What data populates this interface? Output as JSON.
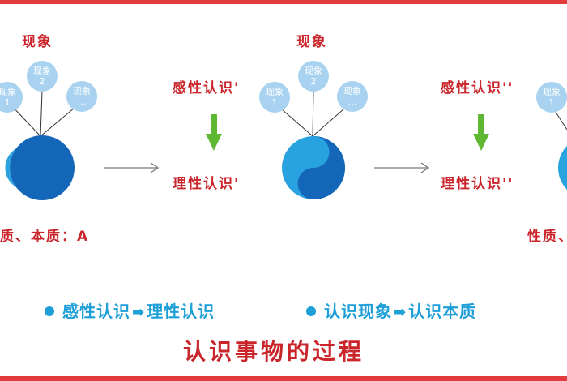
{
  "phenomenon_label": "现象",
  "left_group": {
    "circles": [
      {
        "line1": "现象",
        "line2": "1"
      },
      {
        "line1": "现象",
        "line2": "2"
      },
      {
        "line1": "现象",
        "line2": "…"
      }
    ],
    "bottom_text": "质、本质：A"
  },
  "middle_group": {
    "circles": [
      {
        "line1": "现象",
        "line2": "1"
      },
      {
        "line1": "现象",
        "line2": "2"
      },
      {
        "line1": "现象",
        "line2": "…"
      }
    ]
  },
  "right_group": {
    "circles": [
      {
        "line1": "现象",
        "line2": "1"
      }
    ],
    "bottom_text": "性质、"
  },
  "step1": {
    "perceptual": "感性认识'",
    "rational": "理性认识'"
  },
  "step2": {
    "perceptual": "感性认识''",
    "rational": "理性认识''"
  },
  "legend": {
    "item1_from": "感性认识",
    "item1_to": "理性认识",
    "item2_from": "认识现象",
    "item2_to": "认识本质"
  },
  "title": "认识事物的过程",
  "colors": {
    "red": "#c9252b",
    "blue": "#1e9fd8",
    "dark_blue": "#1466b8",
    "light_blue": "#a8d2ef",
    "green": "#5fb832",
    "frame": "#e23b3b"
  }
}
